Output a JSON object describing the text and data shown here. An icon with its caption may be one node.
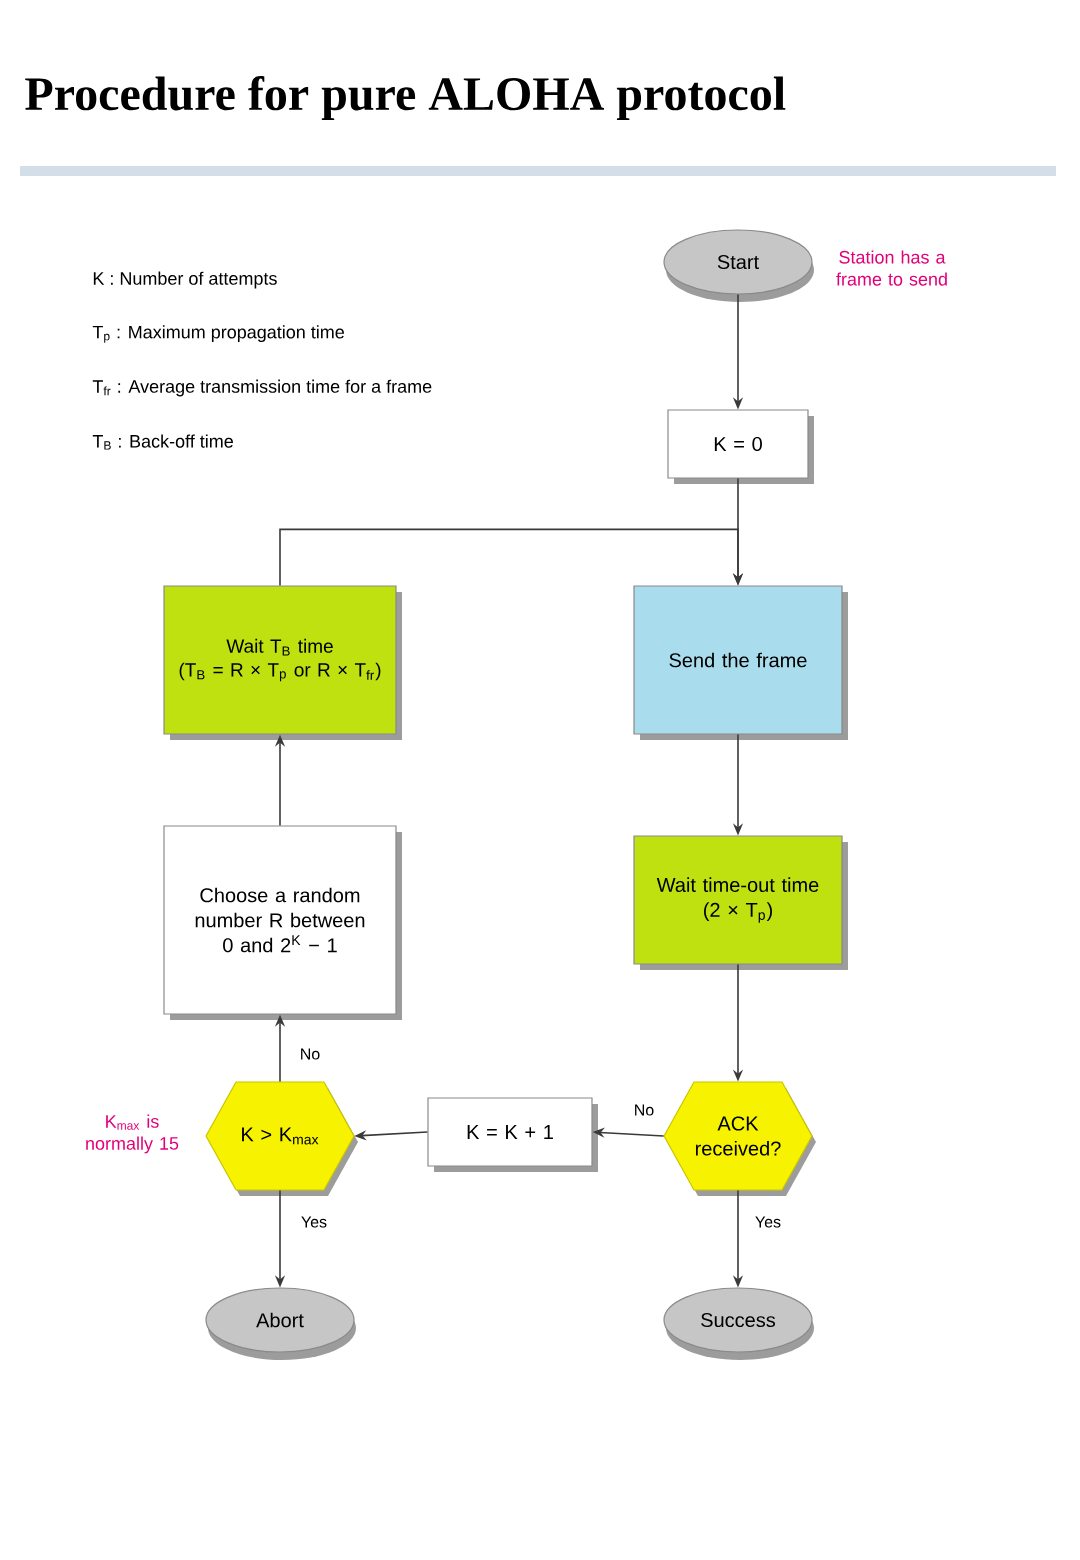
{
  "diagram": {
    "title": "Procedure for pure ALOHA protocol",
    "nodes": [
      {
        "text": [
          "Start"
        ],
        "beside": [
          "Station has a frame to send"
        ]
      },
      {
        "text": [
          "K = 0"
        ]
      },
      {
        "text": [
          "Wait T$_{B}$ time",
          "(T$_{B}$ = R × T$_{p}$ or R × T$_{fr}$)"
        ]
      },
      {
        "text": [
          "Send the frame"
        ]
      },
      {
        "text": [
          "Choose a random number R between 0 and 2$^{K}$ − 1"
        ]
      },
      {
        "text": [
          "Wait time-out time",
          "(2 × T$_{p}$)"
        ]
      },
      {
        "text": [
          "K > K$_{max}$"
        ],
        "beside": [
          "K$_{max}$ is normally 15"
        ]
      },
      {
        "text": [
          "K = K + 1"
        ]
      },
      {
        "text": [
          "ACK received?"
        ]
      },
      {
        "text": [
          "Abort"
        ]
      },
      {
        "text": [
          "Success"
        ]
      }
    ],
    "edges": [
      {
        "from": 0,
        "to": 1,
        "arrow": "to"
      },
      {
        "from": 1,
        "to": 3,
        "arrow": "to"
      },
      {
        "from": 2,
        "to": 3,
        "arrow": "to"
      },
      {
        "from": 3,
        "to": 5,
        "arrow": "to"
      },
      {
        "from": 5,
        "to": 8,
        "arrow": "to"
      },
      {
        "from": 8,
        "to": 10,
        "arrow": "to",
        "label": "Yes"
      },
      {
        "from": 8,
        "to": 7,
        "arrow": "to",
        "label": "No"
      },
      {
        "from": 7,
        "to": 6,
        "arrow": "to"
      },
      {
        "from": 6,
        "to": 9,
        "arrow": "to",
        "label": "Yes"
      },
      {
        "from": 6,
        "to": 4,
        "arrow": "to",
        "label": "No"
      },
      {
        "from": 4,
        "to": 2,
        "arrow": "to"
      }
    ],
    "labels": [
      "K : Number of attempts",
      "T$_{p}$ : Maximum propagation time",
      "T$_{fr}$ : Average transmission time for a frame",
      "T$_{B}$ : Back-off time"
    ]
  }
}
